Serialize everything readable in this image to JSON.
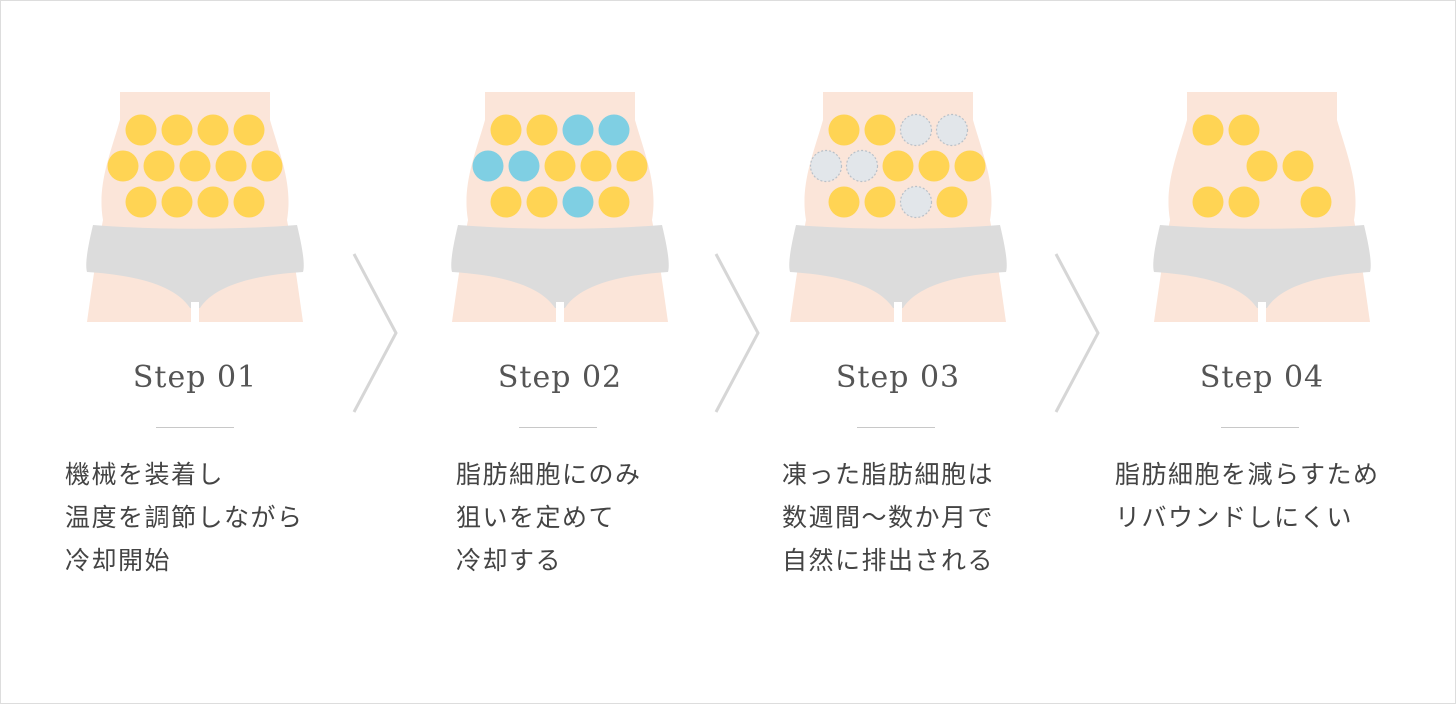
{
  "colors": {
    "skin": "#fbe5d9",
    "underwear": "#dcdcdc",
    "fat": "#ffd454",
    "cooling": "#7fcfe3",
    "frozen": "#e2e6ea",
    "arrow": "#d6d6d6",
    "rule": "#c8c8c8",
    "text": "#444444"
  },
  "steps": [
    {
      "title": "Step 01",
      "lines": [
        "機械を装着し",
        "温度を調節しながら",
        "冷却開始"
      ],
      "cells": [
        [
          "fat",
          "fat",
          "fat",
          "fat"
        ],
        [
          "fat",
          "fat",
          "fat",
          "fat",
          "fat"
        ],
        [
          "fat",
          "fat",
          "fat",
          "fat"
        ]
      ]
    },
    {
      "title": "Step 02",
      "lines": [
        "脂肪細胞にのみ",
        "狙いを定めて",
        "冷却する"
      ],
      "cells": [
        [
          "fat",
          "fat",
          "cooling",
          "cooling"
        ],
        [
          "cooling",
          "cooling",
          "fat",
          "fat",
          "fat"
        ],
        [
          "fat",
          "fat",
          "cooling",
          "fat"
        ]
      ]
    },
    {
      "title": "Step 03",
      "lines": [
        "凍った脂肪細胞は",
        "数週間〜数か月で",
        "自然に排出される"
      ],
      "cells": [
        [
          "fat",
          "fat",
          "frozen",
          "frozen"
        ],
        [
          "frozen",
          "frozen",
          "fat",
          "fat",
          "fat"
        ],
        [
          "fat",
          "fat",
          "frozen",
          "fat"
        ]
      ]
    },
    {
      "title": "Step 04",
      "lines": [
        "脂肪細胞を減らすため",
        "リバウンドしにくい"
      ],
      "cells": [
        [
          "fat",
          "fat",
          "none",
          "none"
        ],
        [
          "none",
          "none",
          "fat",
          "fat",
          "none"
        ],
        [
          "fat",
          "fat",
          "none",
          "fat"
        ]
      ]
    }
  ]
}
